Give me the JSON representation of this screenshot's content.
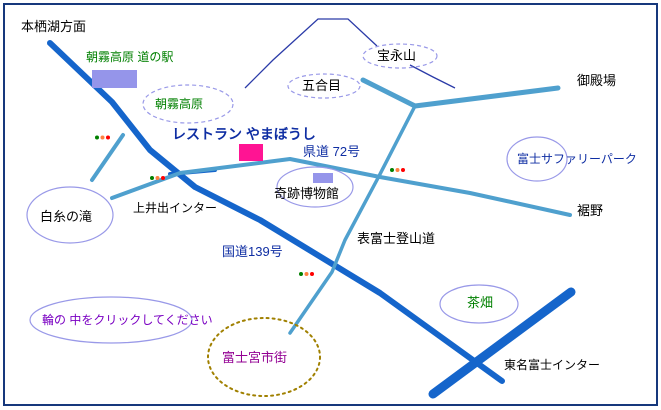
{
  "map": {
    "direction_sign": "本栖湖方面",
    "roads": {
      "route139": "国道139号",
      "kendo72": "県道 72号",
      "omote_fuji_tozando": "表富士登山道"
    },
    "places": {
      "asagiri_road_station": "朝霧高原 道の駅",
      "asagiri_kogen": "朝霧高原",
      "restaurant_yamaboushi": "レストラン やまぼうし",
      "hoeizan": "宝永山",
      "gogome": "五合目",
      "gotemba": "御殿場",
      "fuji_safari_park": "富士サファリーパーク",
      "miracle_museum": "奇跡博物館",
      "shiraito_falls": "白糸の滝",
      "kamiide_interchange": "上井出インター",
      "susono": "裾野",
      "tea_field": "茶畑",
      "fujinomiya_city": "富士宮市街",
      "tomei_fuji_interchange": "東名富士インター"
    },
    "instruction": "輪の 中をクリックしてください"
  },
  "colors": {
    "frame_border": "#16387C",
    "major_road_blue": "#1565CB",
    "minor_road_teal": "#4FA0CE",
    "mountain_outline_navy": "#2B3BA8",
    "ellipse_lavender": "#9999E8",
    "dotted_ellipse_olive": "#A08000",
    "marker_pink": "#FF1493",
    "marker_lavender": "#9595EA",
    "text_black": "#000000",
    "text_green": "#008000",
    "text_navy": "#0F2EA3",
    "text_purple": "#7A00C2",
    "text_magenta_purple": "#930093",
    "signal_green": "#008000",
    "signal_orange": "#FF8040",
    "signal_red": "#FF0000"
  }
}
